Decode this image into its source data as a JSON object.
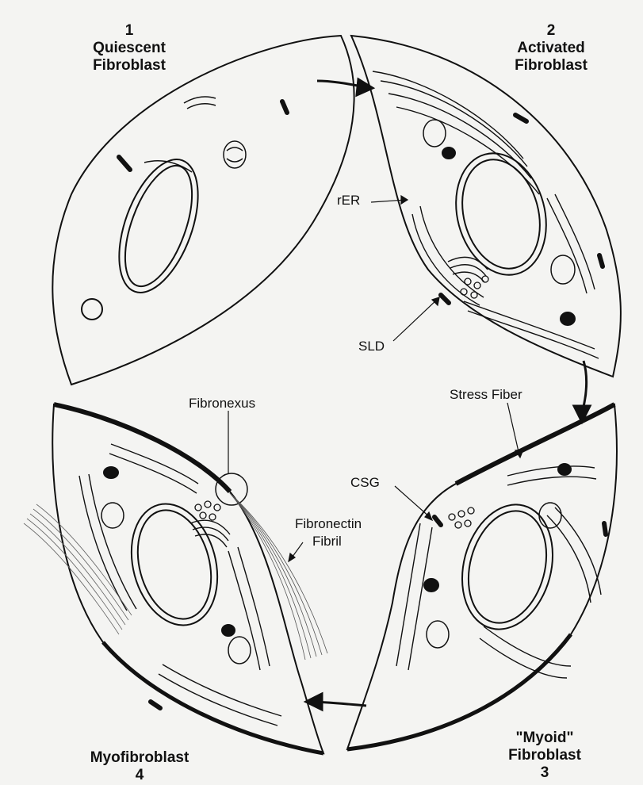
{
  "stages": [
    {
      "number": "1",
      "name_line1": "Quiescent",
      "name_line2": "Fibroblast"
    },
    {
      "number": "2",
      "name_line1": "Activated",
      "name_line2": "Fibroblast"
    },
    {
      "number": "3",
      "name_line1": "\"Myoid\"",
      "name_line2": "Fibroblast"
    },
    {
      "number": "4",
      "name_line1": "Myofibroblast",
      "name_line2": ""
    }
  ],
  "labels": {
    "rer": "rER",
    "sld": "SLD",
    "stress_fiber": "Stress Fiber",
    "fibronexus": "Fibronexus",
    "csg": "CSG",
    "fibronectin_line1": "Fibronectin",
    "fibronectin_line2": "Fibril"
  },
  "colors": {
    "background": "#f4f4f2",
    "ink": "#111111"
  }
}
